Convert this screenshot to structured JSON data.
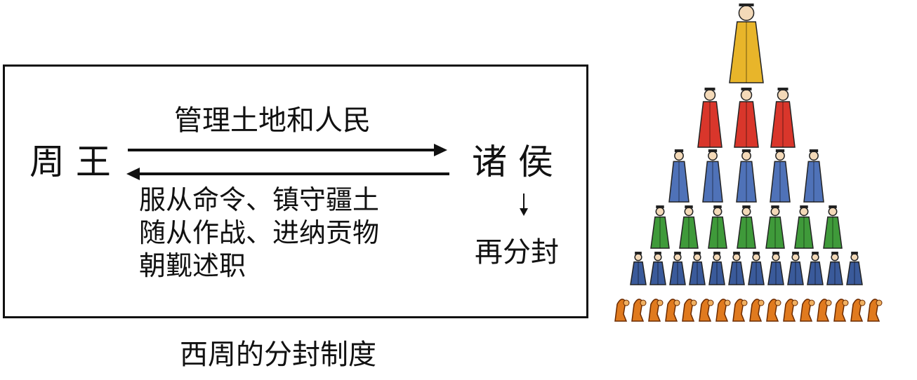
{
  "diagram": {
    "left_label": "周 王",
    "right_label": "诸 侯",
    "top_arrow_label": "管理土地和人民",
    "bottom_arrow_lines": [
      "服从命令、镇守疆土",
      "随从作战、进纳贡物",
      "朝觐述职"
    ],
    "down_label": "再分封",
    "caption": "西周的分封制度"
  },
  "pyramid": {
    "tiers": [
      {
        "count": 1,
        "color": "#e8b52a"
      },
      {
        "count": 3,
        "color": "#d9362b"
      },
      {
        "count": 5,
        "color": "#4f72b8"
      },
      {
        "count": 7,
        "color": "#3f9a3a"
      },
      {
        "count": 12,
        "color": "#3a5a9a"
      },
      {
        "count": 16,
        "color": "#e07a1e"
      }
    ]
  }
}
